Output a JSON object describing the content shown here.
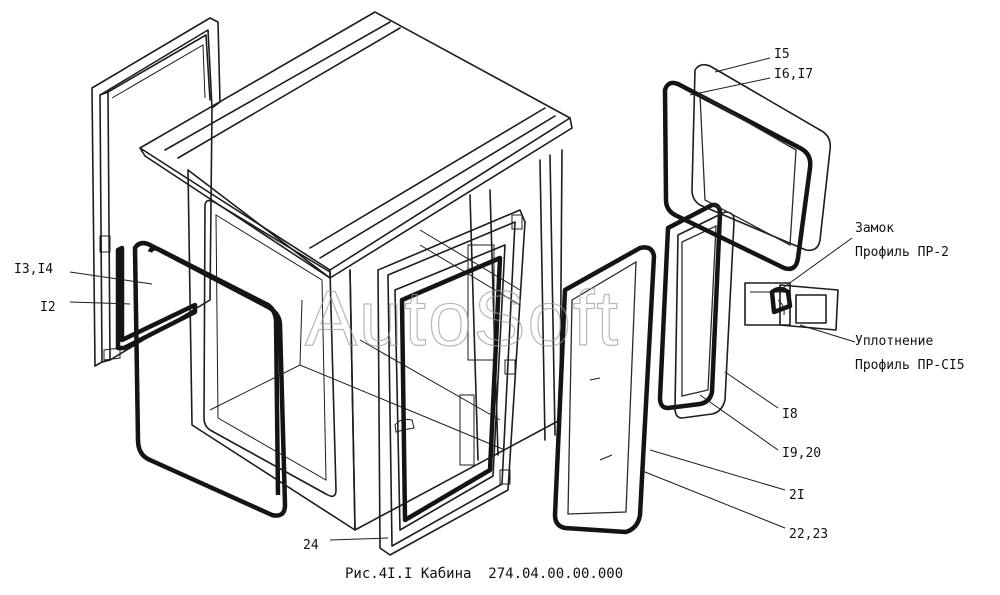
{
  "labels": {
    "l15": "I5",
    "l1617": "I6,I7",
    "lock": "Замок",
    "profile_pr2": "Профиль ПР-2",
    "seal": "Уплотнение",
    "profile_prs15": "Профиль ПР-СI5",
    "l18": "I8",
    "l1920": "I9,20",
    "l21": "2I",
    "l2223": "22,23",
    "l24": "24",
    "l1314": "I3,I4",
    "l12": "I2"
  },
  "watermark": "AutoSoft",
  "caption": "Рис.4I.I Кабина  274.04.00.00.000"
}
